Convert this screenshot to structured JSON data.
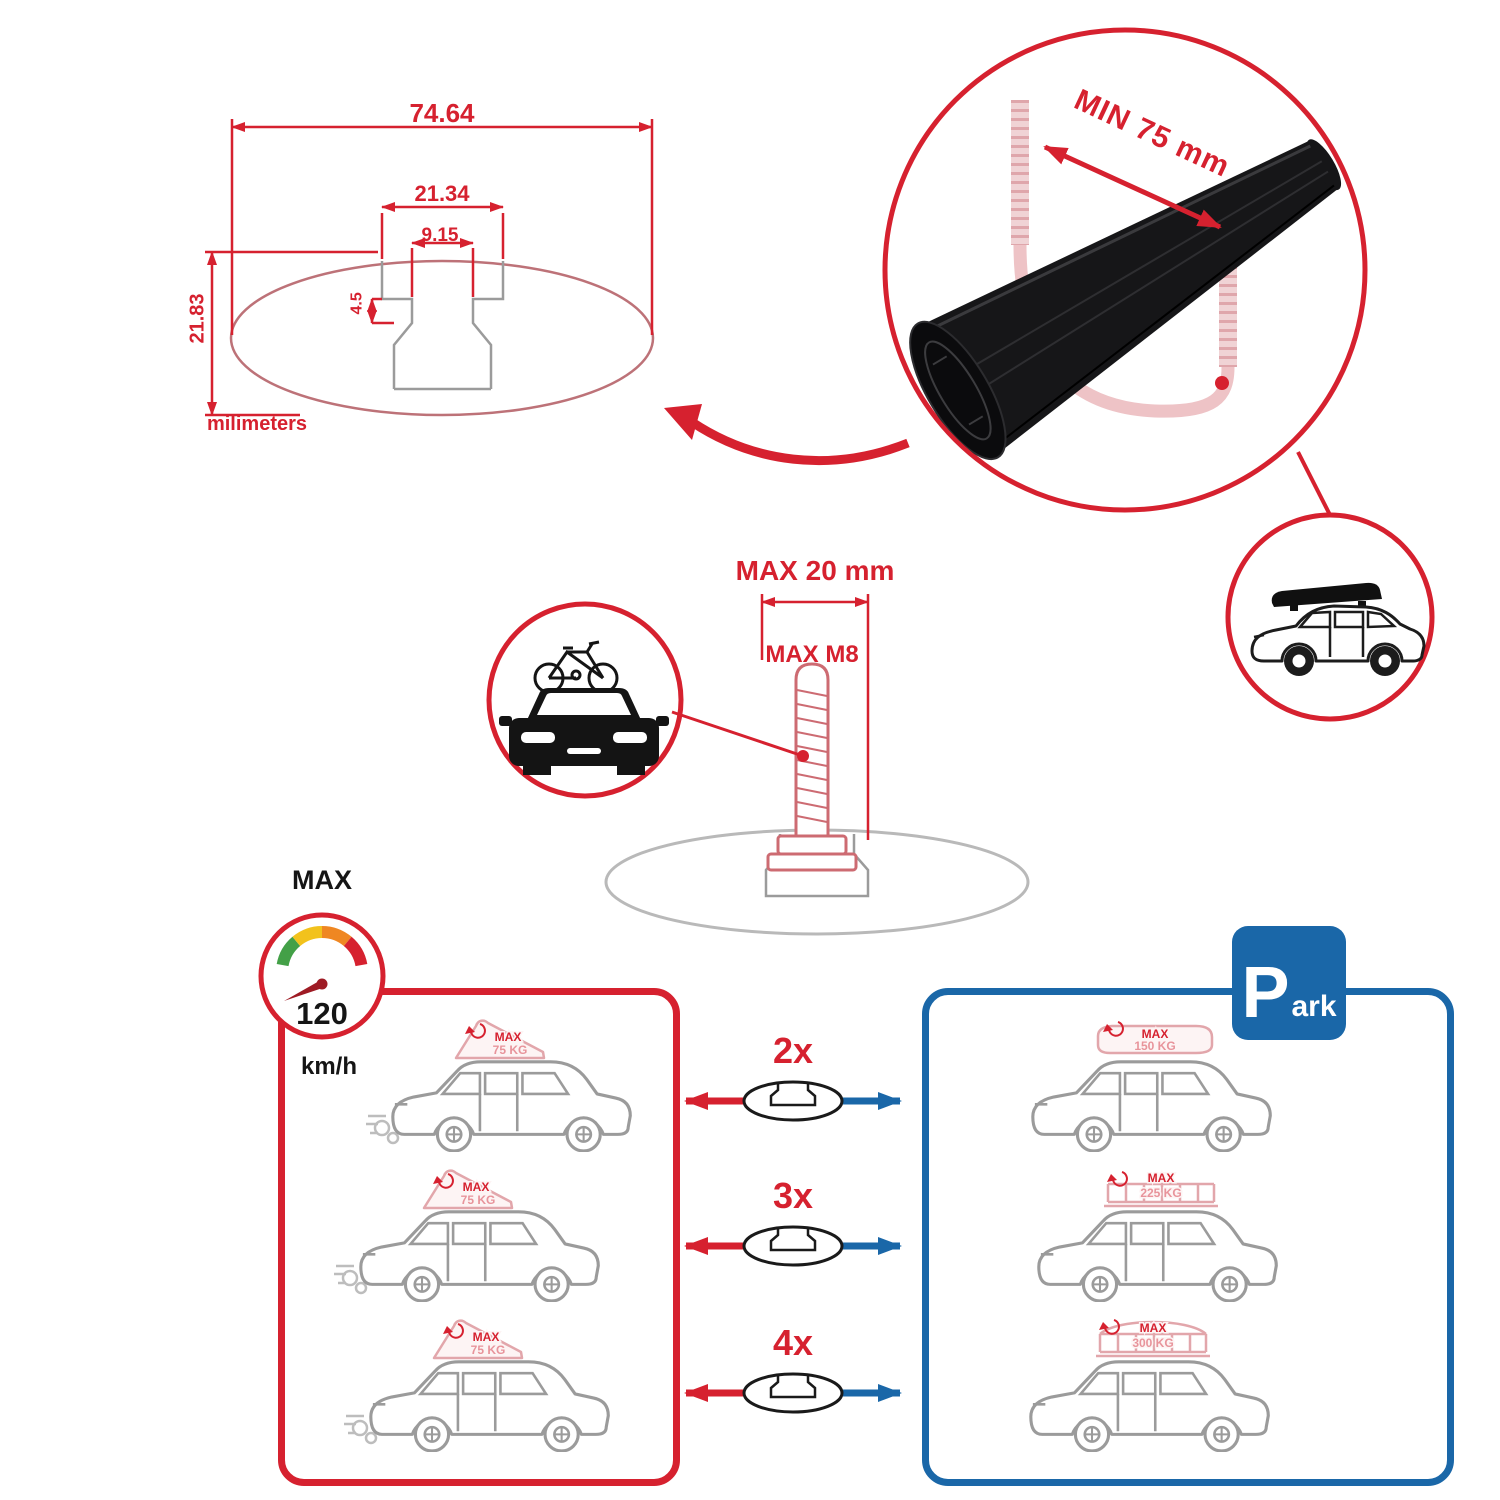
{
  "colors": {
    "accent_red": "#d6212f",
    "accent_blue": "#1a67a8",
    "faded_pink": "#e2a6ab",
    "line_gray": "#9b9b9b",
    "bar_black": "#161618"
  },
  "profile": {
    "width_total": "74.64",
    "slot_outer": "21.34",
    "slot_inner": "9.15",
    "lip_depth": "4.5",
    "height_total": "21.83",
    "units_label": "milimeters"
  },
  "bar": {
    "min_span_label": "MIN 75 mm"
  },
  "bolt": {
    "max_width_label": "MAX 20 mm",
    "thread_label": "MAX M8"
  },
  "gauge": {
    "title": "MAX",
    "speed": "120",
    "unit": "km/h"
  },
  "park": {
    "letter": "P",
    "rest": "ark"
  },
  "multipliers": [
    "2x",
    "3x",
    "4x"
  ],
  "driving_cars": [
    {
      "load_label": "MAX",
      "load_value": "75 KG"
    },
    {
      "load_label": "MAX",
      "load_value": "75 KG"
    },
    {
      "load_label": "MAX",
      "load_value": "75 KG"
    }
  ],
  "parked_cars": [
    {
      "load_label": "MAX",
      "load_value": "150 KG"
    },
    {
      "load_label": "MAX",
      "load_value": "225 KG"
    },
    {
      "load_label": "MAX",
      "load_value": "300 KG"
    }
  ]
}
